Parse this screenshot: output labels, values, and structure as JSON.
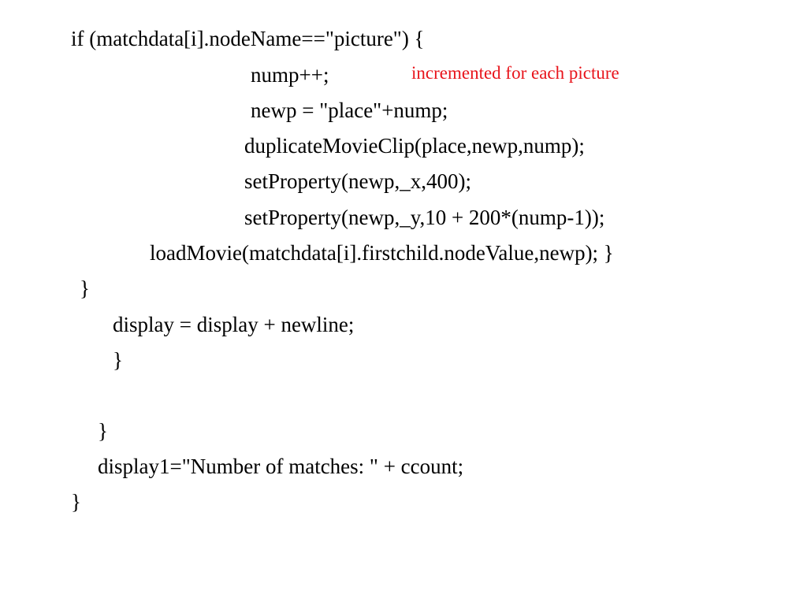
{
  "slide": {
    "code_lines": [
      "if (matchdata[i].nodeName==\"picture\") {",
      "nump++;",
      "newp = \"place\"+nump;",
      "duplicateMovieClip(place,newp,nump);",
      "setProperty(newp,_x,400);",
      "setProperty(newp,_y,10 + 200*(nump-1));",
      "loadMovie(matchdata[i].firstchild.nodeValue,newp); }",
      "}",
      "display = display + newline;",
      "}",
      "}",
      "display1=\"Number of matches: \" + ccount;",
      "}"
    ],
    "annotation": {
      "text": "incremented for each picture",
      "color": "#e8141b"
    },
    "colors": {
      "background": "#ffffff",
      "text": "#000000"
    }
  }
}
